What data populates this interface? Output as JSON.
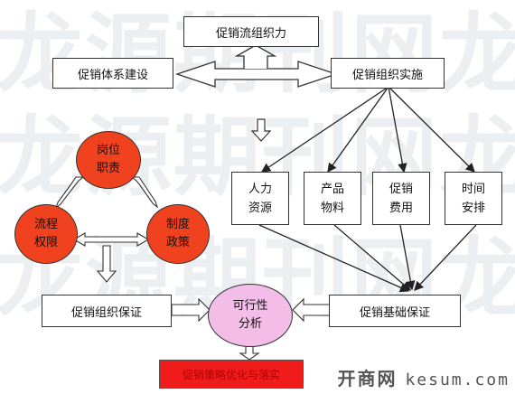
{
  "watermark": {
    "row1": "龙源期刊网龙",
    "row2": "龙源期刊网龙",
    "row3": "龙源期刊网龙"
  },
  "top": {
    "title": "促销流组织力",
    "left": "促销体系建设",
    "right": "促销组织实施"
  },
  "resources": [
    {
      "line1": "人力",
      "line2": "资源"
    },
    {
      "line1": "产品",
      "line2": "物料"
    },
    {
      "line1": "促销",
      "line2": "费用"
    },
    {
      "line1": "时间",
      "line2": "安排"
    }
  ],
  "circles": {
    "top": {
      "line1": "岗位",
      "line2": "职责"
    },
    "left": {
      "line1": "流程",
      "line2": "权限"
    },
    "right": {
      "line1": "制度",
      "line2": "政策"
    }
  },
  "bottom": {
    "left": "促销组织保证",
    "center_line1": "可行性",
    "center_line2": "分析",
    "right": "促销基础保证",
    "red_bar": "促销策略优化与落实"
  },
  "footer": {
    "cn": "开商网",
    "latin": "kesum.com"
  },
  "colors": {
    "circle": "#f0421e",
    "pink": "#f4bde8",
    "red": "#f01c1c"
  }
}
